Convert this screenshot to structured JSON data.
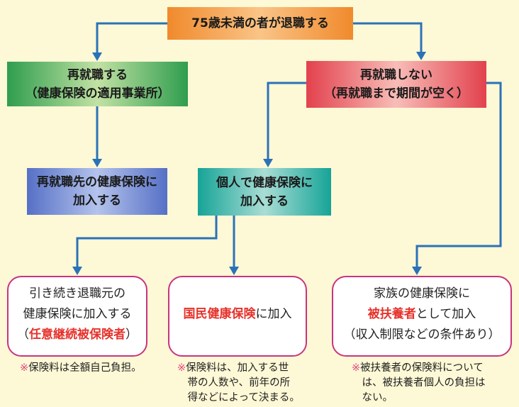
{
  "start": {
    "label": "75歳未満の者が退職する"
  },
  "reemployed": {
    "line1": "再就職する",
    "line2": "（健康保険の適用事業所）"
  },
  "not_reemployed": {
    "line1": "再就職しない",
    "line2": "（再就職まで期間が空く）"
  },
  "employer_insurance": {
    "line1": "再就職先の健康保険に",
    "line2": "加入する"
  },
  "individual_insurance": {
    "line1": "個人で健康保険に",
    "line2": "加入する"
  },
  "voluntary_continuation": {
    "line1": "引き続き退職元の",
    "line2": "健康保険に加入する",
    "paren_open": "（",
    "highlight": "任意継続被保険者",
    "paren_close": "）"
  },
  "national_insurance": {
    "highlight": "国民健康保険",
    "rest": "に加入"
  },
  "dependent": {
    "line1": "家族の健康保険に",
    "highlight": "被扶養者",
    "line2_rest": "として加入",
    "line3": "（収入制限などの条件あり）"
  },
  "notes": {
    "voluntary_continuation": {
      "mark": "※",
      "lines": [
        "保険料は全額自己負担。"
      ]
    },
    "national_insurance": {
      "mark": "※",
      "lines": [
        "保険料は、加入する世",
        "帯の人数や、前年の所",
        "得などによって決まる。"
      ]
    },
    "dependent": {
      "mark": "※",
      "lines": [
        "被扶養者の保険料について",
        "は、被扶養者個人の負担は",
        "ない。"
      ]
    }
  },
  "colors": {
    "bg": "#fdf8d6",
    "text": "#222222",
    "arrow": "#2a72b8",
    "orange-dark": "#f08a2c",
    "orange-light": "#fac487",
    "green-dark": "#2f9d4e",
    "green-light": "#c2e2a4",
    "red-dark": "#e2414d",
    "red-light": "#f8bdb8",
    "blue-dark": "#5670c6",
    "blue-light": "#b4c3ec",
    "teal-dark": "#16a497",
    "teal-light": "#a9ddd5",
    "outcome-border": "#c8347f",
    "highlight": "#e6322b",
    "note-mark": "#e0457f"
  }
}
